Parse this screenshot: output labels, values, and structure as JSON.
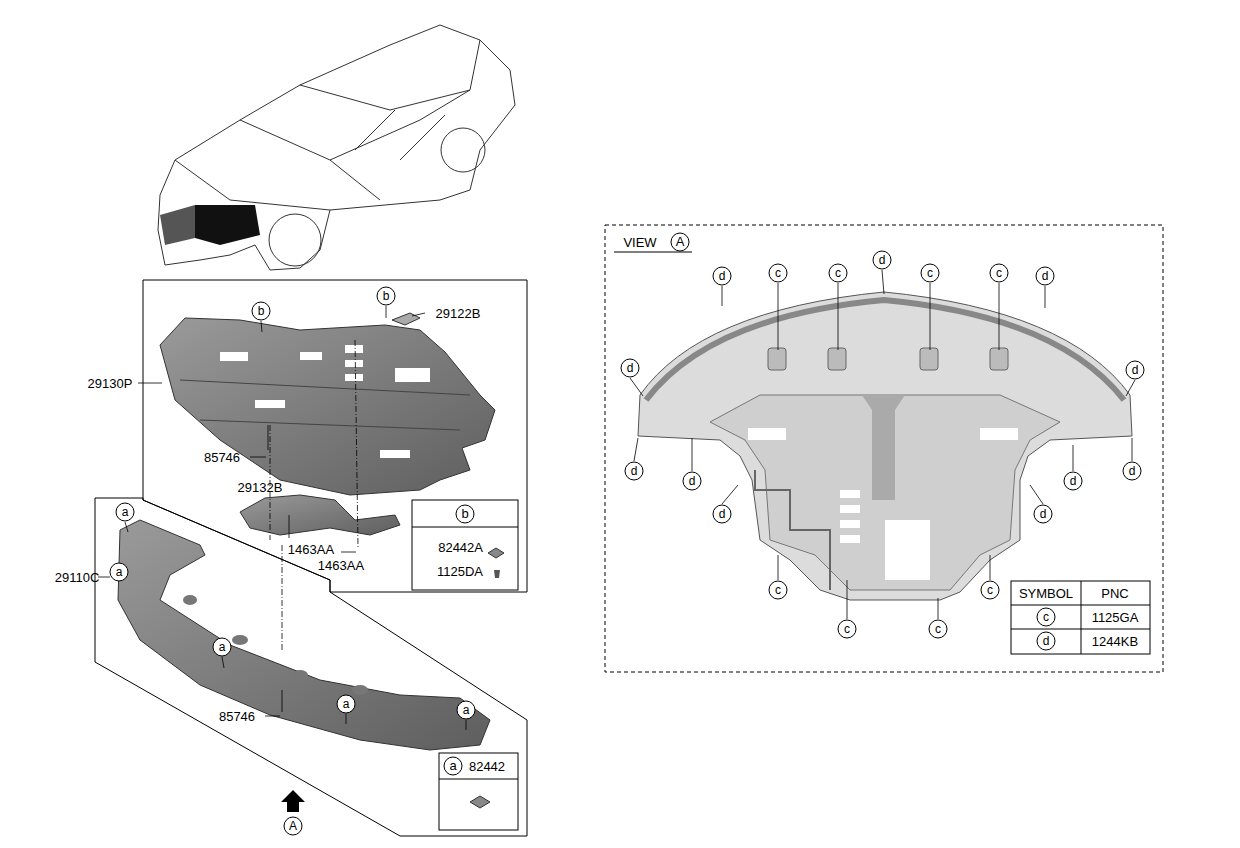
{
  "diagram": {
    "nodes": [
      {
        "text": [
          "VIEW",
          "A"
        ]
      },
      {
        "text": [
          "b",
          "82442A",
          "1125DA"
        ]
      },
      {
        "text": [
          "a",
          "82442"
        ]
      }
    ],
    "labels": [
      "b",
      "b",
      "29122B",
      "29130P",
      "85746",
      "29132B",
      "1463AA",
      "1463AA",
      "a",
      "a",
      "29110C",
      "a",
      "a",
      "a",
      "85746",
      "A",
      "d",
      "c",
      "c",
      "d",
      "c",
      "c",
      "d",
      "d",
      "d",
      "d",
      "d",
      "d",
      "d",
      "d",
      "d",
      "c",
      "c",
      "c",
      "c",
      "SYMBOL",
      "PNC",
      "c",
      "1125GA",
      "d",
      "1244KB"
    ]
  }
}
